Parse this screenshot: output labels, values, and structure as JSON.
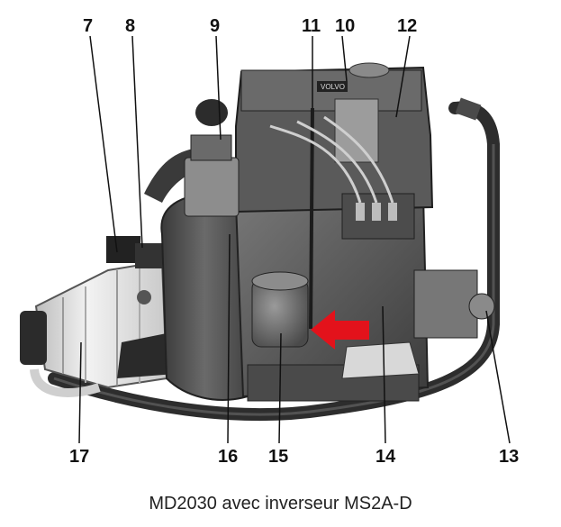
{
  "caption": "MD2030 avec inverseur MS2A-D",
  "callouts": [
    "7",
    "8",
    "9",
    "11",
    "10",
    "12",
    "17",
    "16",
    "15",
    "14",
    "13"
  ],
  "colors": {
    "arrow": "#e3121b",
    "engine_dark": "#3b3b3b",
    "engine_mid": "#6e6e6e",
    "engine_light": "#a9a9a9",
    "gearbox": "#e6e6e6"
  },
  "icons": [
    "red-arrow-icon"
  ]
}
